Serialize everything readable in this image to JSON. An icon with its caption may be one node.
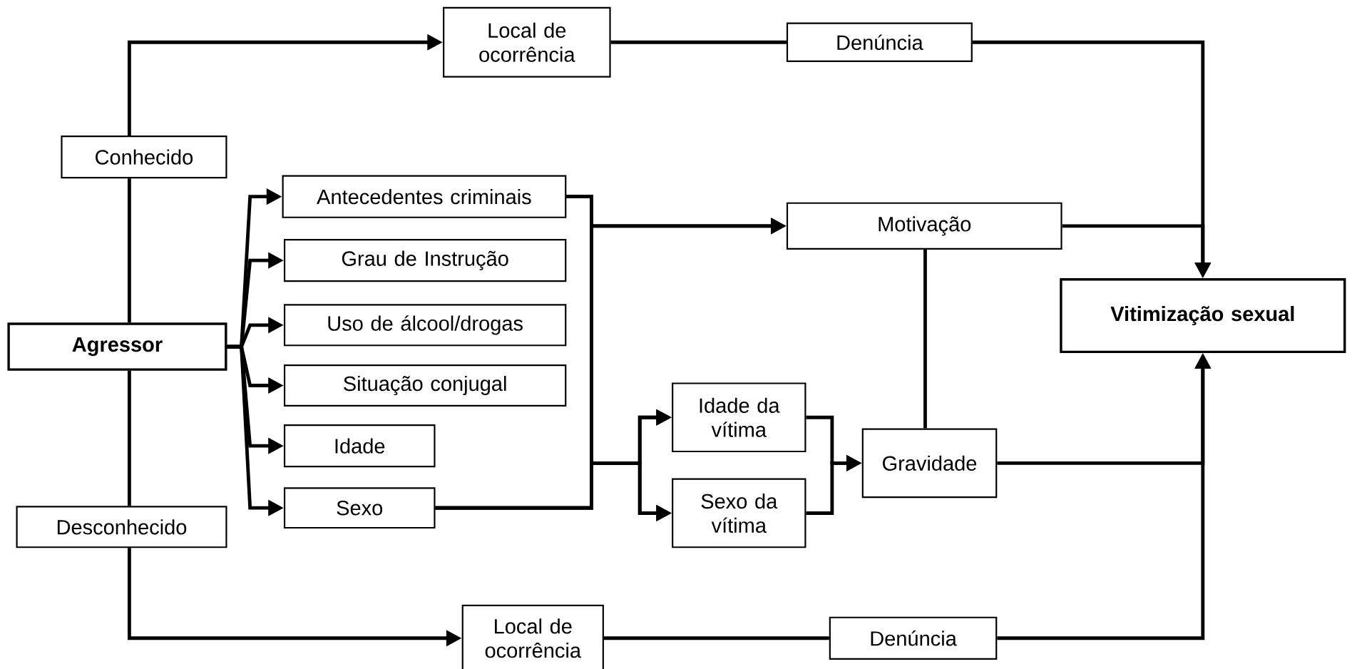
{
  "diagram": {
    "nodes": [
      {
        "text": [
          "Local de ocorrência"
        ]
      },
      {
        "text": [
          "Denúncia"
        ]
      },
      {
        "text": [
          "Conhecido"
        ]
      },
      {
        "text": [
          "Antecedentes criminais"
        ]
      },
      {
        "text": [
          "Motivação"
        ]
      },
      {
        "text": [
          "Grau de Instrução"
        ]
      },
      {
        "text": [
          "Vitimização sexual"
        ]
      },
      {
        "text": [
          "Agressor"
        ]
      },
      {
        "text": [
          "Uso de álcool/drogas"
        ]
      },
      {
        "text": [
          "Situação conjugal"
        ]
      },
      {
        "text": [
          "Idade da vítima"
        ]
      },
      {
        "text": [
          "Idade"
        ]
      },
      {
        "text": [
          "Gravidade"
        ]
      },
      {
        "text": [
          "Sexo da vítima"
        ]
      },
      {
        "text": [
          "Sexo"
        ]
      },
      {
        "text": [
          "Desconhecido"
        ]
      },
      {
        "text": [
          "Local de ocorrência"
        ]
      },
      {
        "text": [
          "Denúncia"
        ]
      }
    ],
    "edges": [
      {
        "from": 7,
        "to": 2,
        "arrow": "none"
      },
      {
        "from": 2,
        "to": 0,
        "arrow": "to"
      },
      {
        "from": 7,
        "to": 15,
        "arrow": "none"
      },
      {
        "from": 15,
        "to": 16,
        "arrow": "to"
      },
      {
        "from": 0,
        "to": 1,
        "arrow": "none"
      },
      {
        "from": 1,
        "to": 6,
        "arrow": "to"
      },
      {
        "from": 7,
        "to": 3,
        "arrow": "to"
      },
      {
        "from": 7,
        "to": 5,
        "arrow": "to"
      },
      {
        "from": 7,
        "to": 8,
        "arrow": "to"
      },
      {
        "from": 7,
        "to": 9,
        "arrow": "to"
      },
      {
        "from": 7,
        "to": 11,
        "arrow": "to"
      },
      {
        "from": 7,
        "to": 14,
        "arrow": "to"
      },
      {
        "from": 3,
        "to": 4,
        "arrow": "to"
      },
      {
        "from": 14,
        "to": 4,
        "arrow": "to"
      },
      {
        "from": 3,
        "to": 10,
        "arrow": "to"
      },
      {
        "from": 3,
        "to": 13,
        "arrow": "to"
      },
      {
        "from": 14,
        "to": 10,
        "arrow": "to"
      },
      {
        "from": 14,
        "to": 13,
        "arrow": "to"
      },
      {
        "from": 10,
        "to": 12,
        "arrow": "to"
      },
      {
        "from": 13,
        "to": 12,
        "arrow": "to"
      },
      {
        "from": 4,
        "to": 6,
        "arrow": "to"
      },
      {
        "from": 12,
        "to": 4,
        "arrow": "none"
      },
      {
        "from": 12,
        "to": 6,
        "arrow": "to"
      },
      {
        "from": 16,
        "to": 17,
        "arrow": "none"
      },
      {
        "from": 17,
        "to": 6,
        "arrow": "to"
      }
    ]
  }
}
